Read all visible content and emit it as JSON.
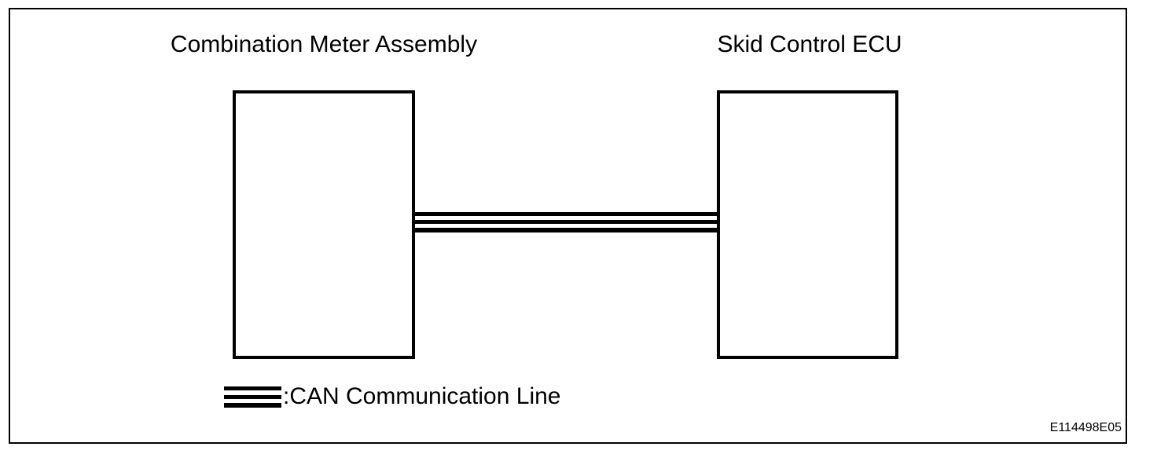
{
  "diagram": {
    "nodes": [
      {
        "id": "combination-meter-assembly",
        "label": "Combination Meter Assembly"
      },
      {
        "id": "skid-control-ecu",
        "label": "Skid Control ECU"
      }
    ],
    "connection": {
      "style": "can-triple-line",
      "between": [
        "combination-meter-assembly",
        "skid-control-ecu"
      ]
    },
    "legend": {
      "symbol": "can-triple-line-icon",
      "label": ":CAN Communication Line"
    },
    "reference_code": "E114498E05",
    "colors": {
      "foreground": "#000000",
      "background": "#ffffff"
    }
  }
}
